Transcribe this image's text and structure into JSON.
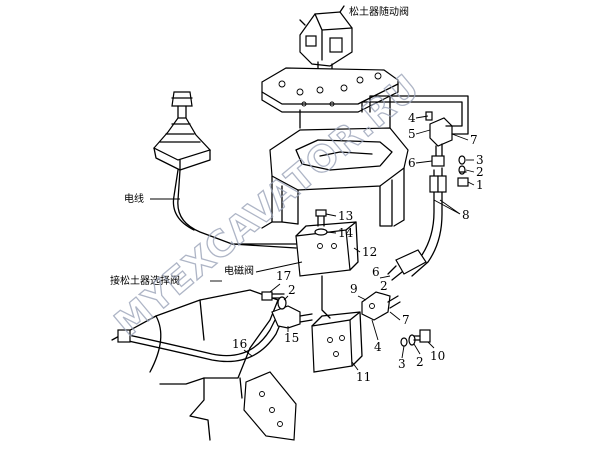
{
  "labels": {
    "valve_title": "松土器随动阀",
    "wire": "电线",
    "solenoid": "电磁阀",
    "ripper_select": "接松土器选择阀"
  },
  "callouts": {
    "n1": "1",
    "n2a": "2",
    "n2b": "2",
    "n2c": "2",
    "n3a": "3",
    "n3b": "3",
    "n4a": "4",
    "n4b": "4",
    "n5": "5",
    "n6a": "6",
    "n6b": "6",
    "n7a": "7",
    "n7b": "7",
    "n8": "8",
    "n9": "9",
    "n10": "10",
    "n11": "11",
    "n12": "12",
    "n13": "13",
    "n14": "14",
    "n15": "15",
    "n16": "16",
    "n17": "17"
  },
  "watermark": "MYEXCAVATOR.RU"
}
